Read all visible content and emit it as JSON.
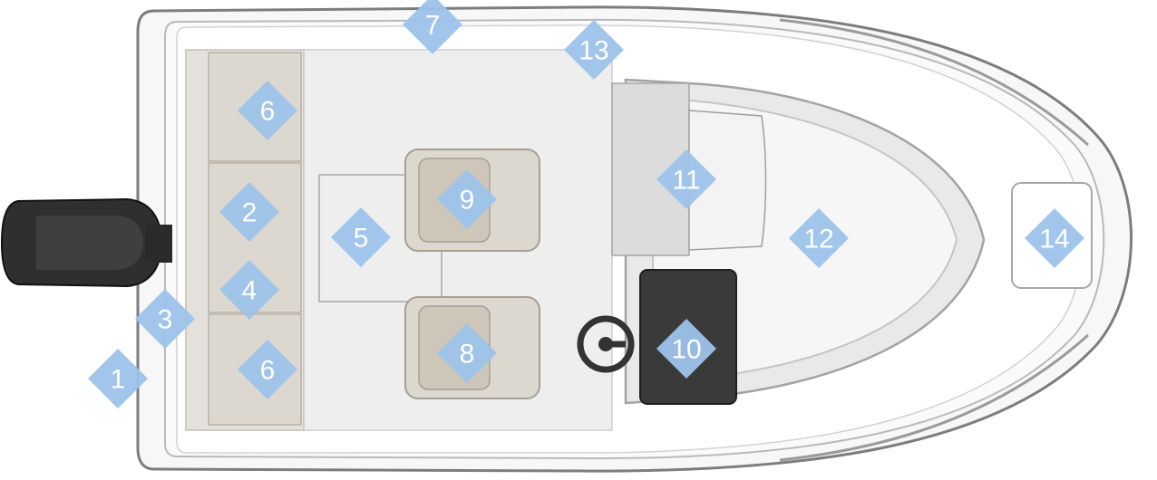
{
  "diagram": {
    "colors": {
      "marker": "#9dc3ea",
      "marker_text": "#ffffff",
      "hull_outline": "#7d7d7d",
      "deck": "#eeeeee",
      "cushion": "#ddd8cf",
      "engine": "#2f2f2f",
      "console": "#3a3a3a"
    },
    "markers": [
      {
        "label": "1"
      },
      {
        "label": "2"
      },
      {
        "label": "3"
      },
      {
        "label": "4"
      },
      {
        "label": "5"
      },
      {
        "label": "6"
      },
      {
        "label": "6"
      },
      {
        "label": "7"
      },
      {
        "label": "8"
      },
      {
        "label": "9"
      },
      {
        "label": "10"
      },
      {
        "label": "11"
      },
      {
        "label": "12"
      },
      {
        "label": "13"
      },
      {
        "label": "14"
      }
    ],
    "icons": [
      "outboard-engine-icon",
      "steering-wheel-icon",
      "seat-icon",
      "hatch-icon"
    ]
  }
}
